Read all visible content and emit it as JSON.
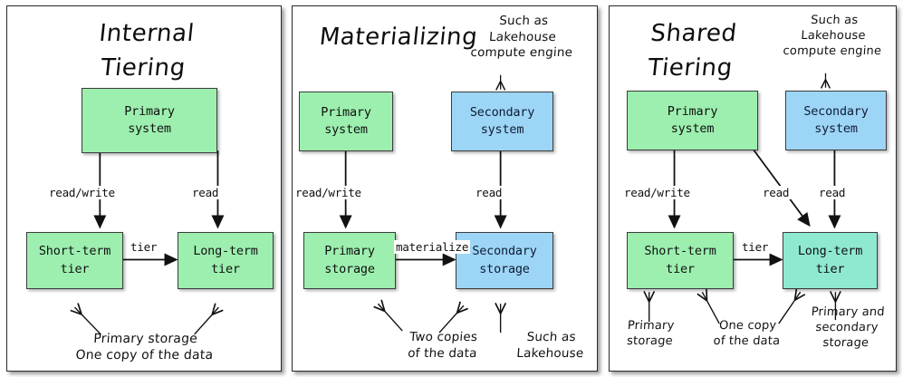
{
  "figure": {
    "panel_count": 3,
    "colors": {
      "green": "#9DEFAF",
      "blue": "#9DD5F7",
      "teal": "#8FE9D1",
      "box_border": "#3c3c3c",
      "panel_border": "#2b2b2b",
      "background": "#ffffff",
      "arrow": "#111111"
    }
  },
  "panels": [
    {
      "id": "internal-tiering",
      "title": "Internal\nTiering",
      "nodes": [
        {
          "id": "primary-system",
          "label": "Primary\nsystem",
          "color": "green"
        },
        {
          "id": "short-term-tier",
          "label": "Short-term\ntier",
          "color": "green"
        },
        {
          "id": "long-term-tier",
          "label": "Long-term\ntier",
          "color": "green"
        }
      ],
      "edges": [
        {
          "id": "primary-system-to-short-term-tier",
          "label": "read/write"
        },
        {
          "id": "primary-system-to-long-term-tier",
          "label": "read"
        },
        {
          "id": "short-term-tier-to-long-term-tier",
          "label": "tier"
        }
      ],
      "annotations": [
        {
          "id": "primary-storage-one-copy",
          "text": "Primary storage\nOne copy of the data"
        }
      ]
    },
    {
      "id": "materializing",
      "title": "Materializing",
      "nodes": [
        {
          "id": "primary-system",
          "label": "Primary\nsystem",
          "color": "green"
        },
        {
          "id": "secondary-system",
          "label": "Secondary\nsystem",
          "color": "blue"
        },
        {
          "id": "primary-storage",
          "label": "Primary\nstorage",
          "color": "green"
        },
        {
          "id": "secondary-storage",
          "label": "Secondary\nstorage",
          "color": "blue"
        }
      ],
      "edges": [
        {
          "id": "primary-system-to-primary-storage",
          "label": "read/write"
        },
        {
          "id": "secondary-system-to-secondary-storage",
          "label": "read"
        },
        {
          "id": "primary-storage-to-secondary-storage",
          "label": "materialize"
        }
      ],
      "annotations": [
        {
          "id": "such-as-lakehouse-compute-engine",
          "text": "Such as\nLakehouse\ncompute engine"
        },
        {
          "id": "two-copies-of-the-data",
          "text": "Two copies\nof the data"
        },
        {
          "id": "such-as-lakehouse",
          "text": "Such as\nLakehouse"
        }
      ]
    },
    {
      "id": "shared-tiering",
      "title": "Shared\nTiering",
      "nodes": [
        {
          "id": "primary-system",
          "label": "Primary\nsystem",
          "color": "green"
        },
        {
          "id": "secondary-system",
          "label": "Secondary\nsystem",
          "color": "blue"
        },
        {
          "id": "short-term-tier",
          "label": "Short-term\ntier",
          "color": "green"
        },
        {
          "id": "long-term-tier",
          "label": "Long-term\ntier",
          "color": "teal"
        }
      ],
      "edges": [
        {
          "id": "primary-system-to-short-term-tier",
          "label": "read/write"
        },
        {
          "id": "primary-system-to-long-term-tier",
          "label": "read"
        },
        {
          "id": "secondary-system-to-long-term-tier",
          "label": "read"
        },
        {
          "id": "short-term-tier-to-long-term-tier",
          "label": "tier"
        }
      ],
      "annotations": [
        {
          "id": "such-as-lakehouse-compute-engine",
          "text": "Such as\nLakehouse\ncompute engine"
        },
        {
          "id": "primary-storage",
          "text": "Primary\nstorage"
        },
        {
          "id": "one-copy-of-the-data",
          "text": "One copy\nof the data"
        },
        {
          "id": "primary-and-secondary-storage",
          "text": "Primary and\nsecondary\nstorage"
        }
      ]
    }
  ]
}
